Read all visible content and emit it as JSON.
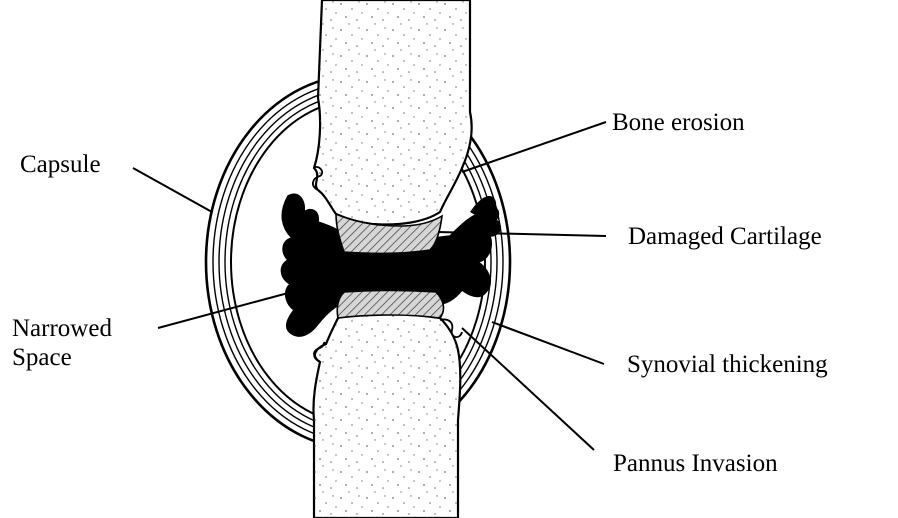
{
  "labels": {
    "capsule": "Capsule",
    "bone_erosion": "Bone erosion",
    "damaged_cartilage": "Damaged Cartilage",
    "narrowed_space_line1": "Narrowed",
    "narrowed_space_line2": "Space",
    "synovial_thickening": "Synovial thickening",
    "pannus_invasion": "Pannus Invasion"
  },
  "colors": {
    "ink": "#000000",
    "paper": "#ffffff",
    "cartilage": "#cfcfcf"
  }
}
